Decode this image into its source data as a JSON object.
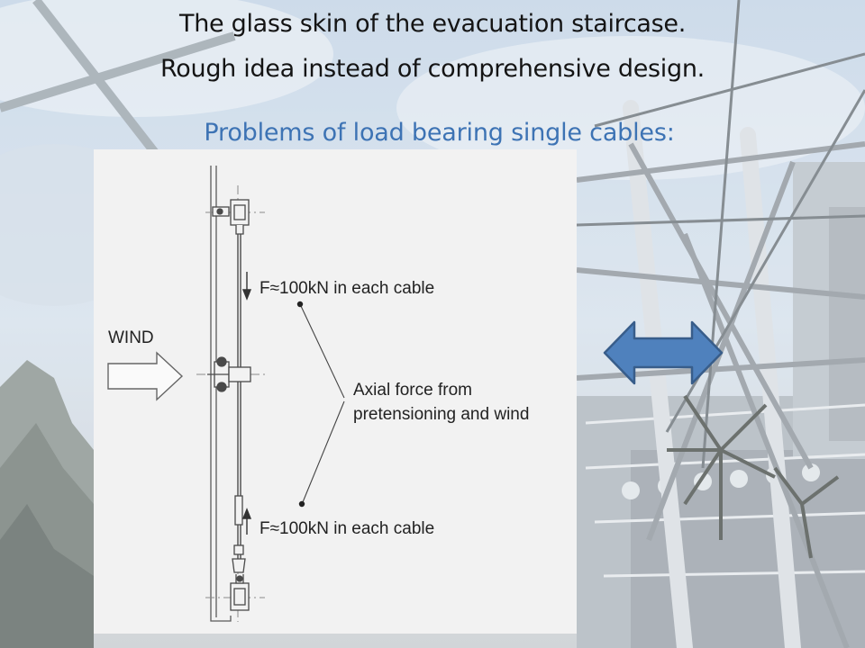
{
  "slide": {
    "title_line1": "The glass skin of the evacuation staircase.",
    "title_line2": "Rough idea instead of comprehensive design.",
    "subtitle": "Problems of load bearing single cables:"
  },
  "diagram": {
    "wind_label": "WIND",
    "force_top": "F≈100kN in each cable",
    "force_bottom": "F≈100kN in each cable",
    "axial_line1": "Axial force from",
    "axial_line2": "pretensioning and wind"
  },
  "colors": {
    "subtitle": "#3d73b4",
    "arrow_fill": "#4f81bd",
    "arrow_stroke": "#385d8a",
    "diagram_bg": "#f2f2f2"
  },
  "icons": {
    "double_arrow": "left-right-arrow-icon",
    "wind_arrow": "right-arrow-outline-icon"
  }
}
